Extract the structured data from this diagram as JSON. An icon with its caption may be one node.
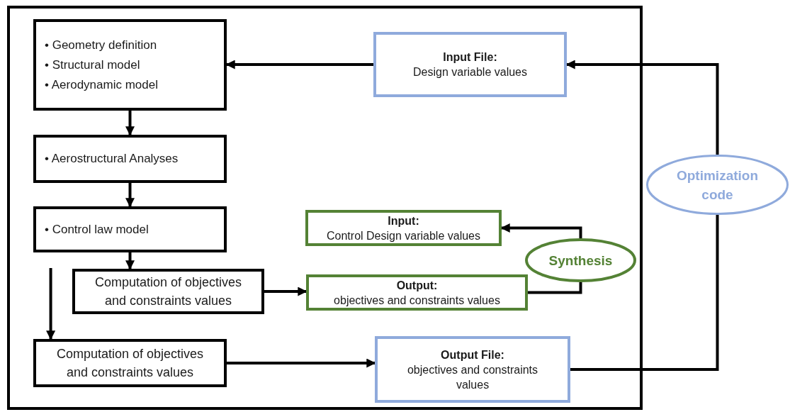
{
  "diagram": {
    "nodes": [
      {
        "text": [],
        "shape": "box"
      },
      {
        "text": [
          "• Geometry definition",
          "• Structural model",
          "• Aerodynamic model"
        ],
        "in": 0
      },
      {
        "text": [
          "• Aerostructural Analyses"
        ],
        "in": 0
      },
      {
        "text": [
          "• Control law model"
        ],
        "in": 0
      },
      {
        "text": [
          "Computation of objectives and constraints values"
        ],
        "in": 0
      },
      {
        "text": [
          "Computation of objectives and constraints values"
        ],
        "in": 0
      },
      {
        "text": [
          "Input File:",
          "Design variable values"
        ],
        "in": 0
      },
      {
        "text": [
          "Input:",
          "Control Design variable values"
        ],
        "in": 0
      },
      {
        "text": [
          "Output:",
          "objectives and constraints values"
        ],
        "in": 0
      },
      {
        "text": [
          "Synthesis"
        ],
        "in": 0
      },
      {
        "text": [
          "Output File:",
          "objectives and constraints values"
        ],
        "in": 0
      },
      {
        "text": [
          "Optimization code"
        ]
      }
    ],
    "edges": [
      {
        "from": 6,
        "to": 1,
        "arrow": "to"
      },
      {
        "from": 1,
        "to": 2,
        "arrow": "to"
      },
      {
        "from": 2,
        "to": 3,
        "arrow": "to"
      },
      {
        "from": 3,
        "to": 4,
        "arrow": "to"
      },
      {
        "from": null,
        "to": 5,
        "arrow": "to"
      },
      {
        "from": 4,
        "to": 8,
        "arrow": "to"
      },
      {
        "from": 5,
        "to": 10,
        "arrow": "to"
      },
      {
        "from": 8,
        "to": 9,
        "arrow": "none"
      },
      {
        "from": 9,
        "to": 7,
        "arrow": "to"
      },
      {
        "from": 10,
        "to": 11,
        "arrow": "none"
      },
      {
        "from": 11,
        "to": 6,
        "arrow": "to"
      }
    ]
  }
}
